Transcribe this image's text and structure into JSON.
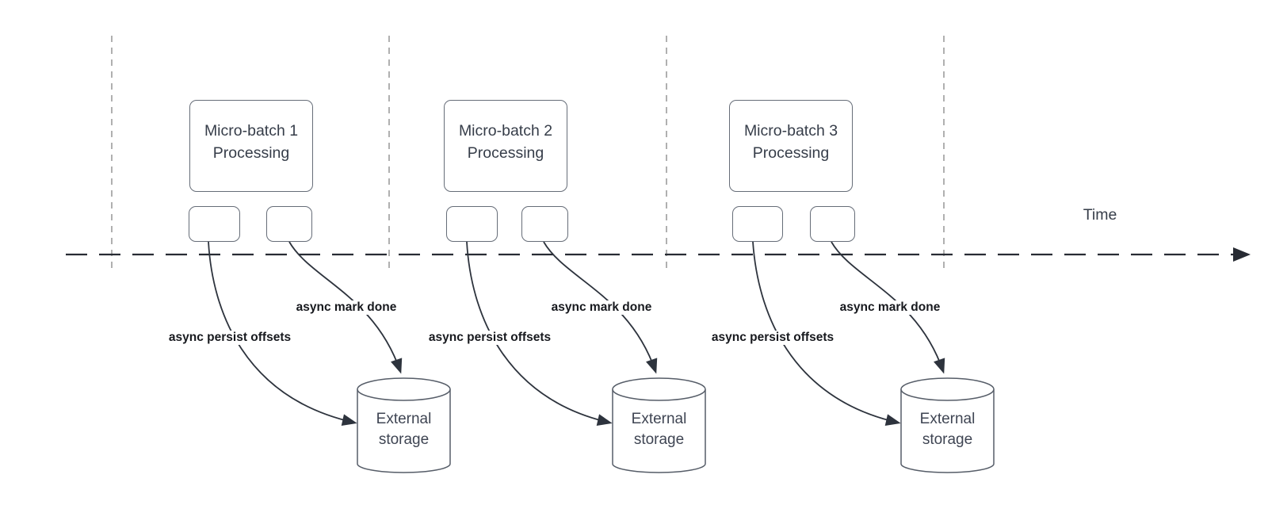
{
  "diagram": {
    "time_axis_label": "Time",
    "groups": [
      {
        "title_line1": "Micro-batch 1",
        "title_line2": "Processing",
        "persist_label": "async persist offsets",
        "mark_done_label": "async mark done",
        "storage_line1": "External",
        "storage_line2": "storage"
      },
      {
        "title_line1": "Micro-batch 2",
        "title_line2": "Processing",
        "persist_label": "async persist offsets",
        "mark_done_label": "async mark done",
        "storage_line1": "External",
        "storage_line2": "storage"
      },
      {
        "title_line1": "Micro-batch 3",
        "title_line2": "Processing",
        "persist_label": "async persist offsets",
        "mark_done_label": "async mark done",
        "storage_line1": "External",
        "storage_line2": "storage"
      }
    ],
    "colors": {
      "background": "#ffffff",
      "shape_border": "#666d78",
      "shape_text": "#363d49",
      "arrow_stroke": "#2d333d",
      "timeline_stroke": "#272b33",
      "guide_line_gray": "#9d9d9d",
      "bold_label_text": "#17191e"
    }
  }
}
